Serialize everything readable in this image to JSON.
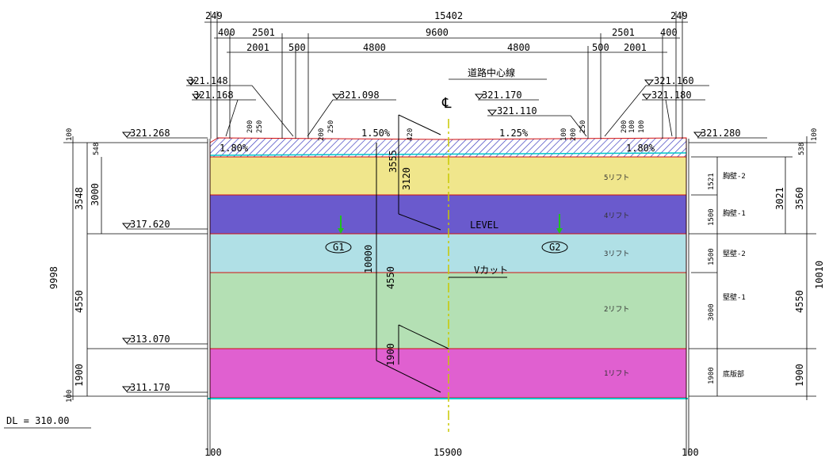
{
  "top_dims": {
    "row1": [
      "249",
      "15402",
      "249"
    ],
    "row2": [
      "400",
      "2501",
      "9600",
      "2501",
      "400"
    ],
    "row3": [
      "2001",
      "500",
      "4800",
      "4800",
      "500",
      "2001"
    ]
  },
  "bottom_dims": [
    "100",
    "15900",
    "100"
  ],
  "elevations": {
    "left": [
      "321.148",
      "321.168",
      "321.268",
      "317.620",
      "313.070",
      "311.170"
    ],
    "center": [
      "321.098",
      "321.170",
      "321.110"
    ],
    "right": [
      "321.160",
      "321.180",
      "321.280"
    ]
  },
  "datum": "DL = 310.00",
  "centerline_label": "道路中心線",
  "centerline_symbol": "℄",
  "slopes": [
    "1.50%",
    "1.25%",
    "1.80%",
    "1.80%"
  ],
  "left_dims": {
    "outer": [
      "100",
      "9998",
      "100"
    ],
    "mid": [
      "3548",
      "4550",
      "1900"
    ],
    "inner": [
      "3000",
      "548"
    ]
  },
  "right_dims": {
    "outer": [
      "100",
      "10010"
    ],
    "mid": [
      "3560",
      "4550",
      "1900"
    ],
    "inner": [
      "3021",
      "538"
    ],
    "layer_h": [
      "1521",
      "1500",
      "1500",
      "3000",
      "1900"
    ]
  },
  "center_dims": [
    "3555",
    "3120",
    "10000",
    "4550",
    "1900",
    "420"
  ],
  "small_dims": [
    "200",
    "250",
    "200",
    "250",
    "200",
    "100",
    "250",
    "200",
    "100",
    "100"
  ],
  "layers": [
    {
      "name": "5リフト",
      "color": "#f0e68c"
    },
    {
      "name": "4リフト",
      "color": "#6a5acd"
    },
    {
      "name": "3リフト",
      "color": "#b0e0e6"
    },
    {
      "name": "2リフト",
      "color": "#b4e0b4"
    },
    {
      "name": "1リフト",
      "color": "#e060d0"
    }
  ],
  "pavement_color": "#9090ff",
  "parts": [
    "胸壁-2",
    "胸壁-1",
    "堅壁-2",
    "堅壁-1",
    "底版部"
  ],
  "markers": [
    "G1",
    "G2"
  ],
  "level_label": "LEVEL",
  "vcut_label": "Vカット"
}
